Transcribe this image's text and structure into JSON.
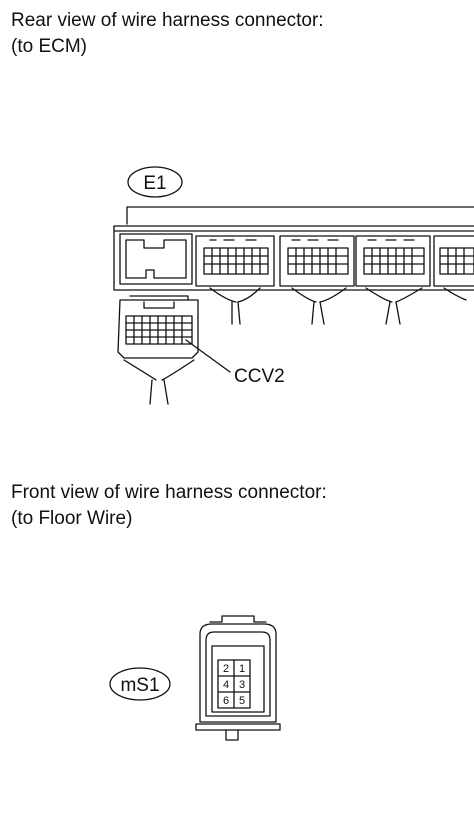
{
  "rear_caption": {
    "line1": "Rear view of wire harness connector:",
    "line2": "(to ECM)"
  },
  "front_caption": {
    "line1": "Front view of wire harness connector:",
    "line2": "(to Floor Wire)"
  },
  "connector_e1": {
    "tag": "E1"
  },
  "connector_ccv2": {
    "label": "CCV2"
  },
  "connector_ms1": {
    "tag": "mS1",
    "pins": [
      "2",
      "1",
      "4",
      "3",
      "6",
      "5"
    ]
  }
}
